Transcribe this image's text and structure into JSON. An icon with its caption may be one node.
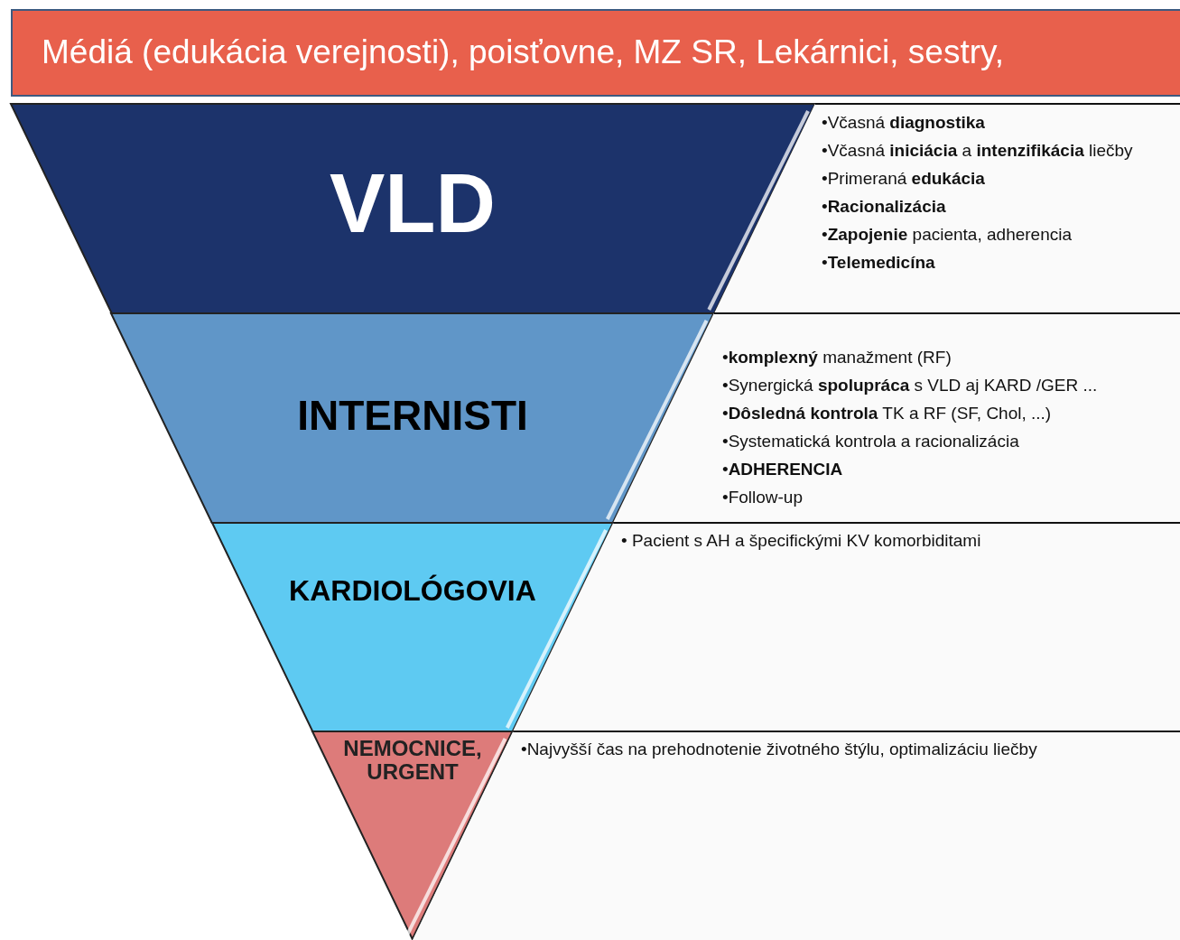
{
  "diagram": {
    "nodes": [
      {
        "text": [
          "Médiá (edukácia verejnosti), poisťovne, MZ SR, Lekárnici, sestry,"
        ]
      },
      {
        "text": [
          "VLD"
        ]
      },
      {
        "text": [
          "•Včasná **diagnostika**",
          "•Včasná **iniciácia** a **intenzifikácia** liečby",
          "•Primeraná **edukácia**",
          "•**Racionalizácia**",
          "•**Zapojenie** pacienta, adherencia",
          "•**Telemedicína**"
        ]
      },
      {
        "text": [
          "INTERNISTI"
        ]
      },
      {
        "text": [
          "•**komplexný** manažment (RF)",
          "•Synergická **spolupráca** s VLD aj KARD /GER ...",
          "•**Dôsledná kontrola** TK a RF (SF, Chol, ...)",
          "•Systematická kontrola a racionalizácia",
          "•**ADHERENCIA**",
          "•Follow-up"
        ]
      },
      {
        "text": [
          "KARDIOLÓGOVIA"
        ]
      },
      {
        "text": [
          "• Pacient s AH a špecifickými KV komorbiditami"
        ]
      },
      {
        "text": [
          "NEMOCNICE, URGENT"
        ]
      },
      {
        "text": [
          "•Najvyšší čas na prehodnotenie životného štýlu, optimalizáciu liečby"
        ]
      }
    ]
  }
}
